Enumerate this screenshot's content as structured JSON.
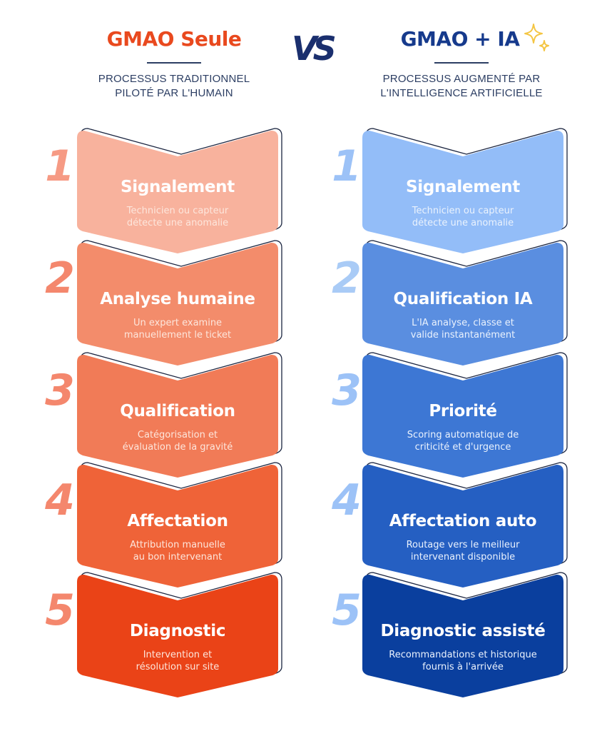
{
  "header": {
    "left": {
      "title": "GMAO Seule",
      "subtitle_lines": [
        "PROCESSUS TRADITIONNEL",
        "PILOTÉ PAR L'HUMAIN"
      ]
    },
    "vs": "VS",
    "right": {
      "title": "GMAO + IA",
      "subtitle_lines": [
        "PROCESSUS AUGMENTÉ PAR",
        "L'INTELLIGENCE ARTIFICIELLE"
      ]
    }
  },
  "icons": {
    "vs": "vs-logo-icon",
    "sparkle": "sparkle-icon"
  },
  "colors": {
    "left_title": "#e9491e",
    "right_title": "#163a8c",
    "vs": "#1a2f6e",
    "subtitle": "#2c3e63",
    "outline": "#1b2540",
    "sparkle": "#f4c542",
    "left_steps": [
      "#f8b29d",
      "#f38c6b",
      "#f17b57",
      "#ef6338",
      "#ea4317"
    ],
    "left_numbers": [
      "#f69a84",
      "#f4876d",
      "#f4876d",
      "#f4876d",
      "#f4876d"
    ],
    "left_desc": [
      "#fde6dc",
      "#fde6dc",
      "#fde6dc",
      "#fde6dc",
      "#fde6dc"
    ],
    "right_steps": [
      "#93bdf8",
      "#5a8ee0",
      "#3d77d4",
      "#255fc2",
      "#0a3f9e"
    ],
    "right_numbers": [
      "#9cc2f7",
      "#a9cbf6",
      "#9cc2f7",
      "#9cc2f7",
      "#9cc2f7"
    ],
    "right_desc": [
      "#eaf2fd",
      "#eaf2fd",
      "#eaf2fd",
      "#eaf2fd",
      "#eaf2fd"
    ]
  },
  "left_steps": [
    {
      "number": "1",
      "title": "Signalement",
      "desc": [
        "Technicien ou capteur",
        "détecte une anomalie"
      ]
    },
    {
      "number": "2",
      "title": "Analyse humaine",
      "desc": [
        "Un expert examine",
        "manuellement le ticket"
      ]
    },
    {
      "number": "3",
      "title": "Qualification",
      "desc": [
        "Catégorisation et",
        "évaluation de la gravité"
      ]
    },
    {
      "number": "4",
      "title": "Affectation",
      "desc": [
        "Attribution manuelle",
        "au bon intervenant"
      ]
    },
    {
      "number": "5",
      "title": "Diagnostic",
      "desc": [
        "Intervention et",
        "résolution sur site"
      ]
    }
  ],
  "right_steps": [
    {
      "number": "1",
      "title": "Signalement",
      "desc": [
        "Technicien ou capteur",
        "détecte une anomalie"
      ]
    },
    {
      "number": "2",
      "title": "Qualification IA",
      "desc": [
        "L'IA analyse, classe et",
        "valide instantanément"
      ]
    },
    {
      "number": "3",
      "title": "Priorité",
      "desc": [
        "Scoring automatique de",
        "criticité et d'urgence"
      ]
    },
    {
      "number": "4",
      "title": "Affectation auto",
      "desc": [
        "Routage vers le meilleur",
        "intervenant disponible"
      ]
    },
    {
      "number": "5",
      "title": "Diagnostic assisté",
      "desc": [
        "Recommandations et historique",
        "fournis à l'arrivée"
      ]
    }
  ]
}
